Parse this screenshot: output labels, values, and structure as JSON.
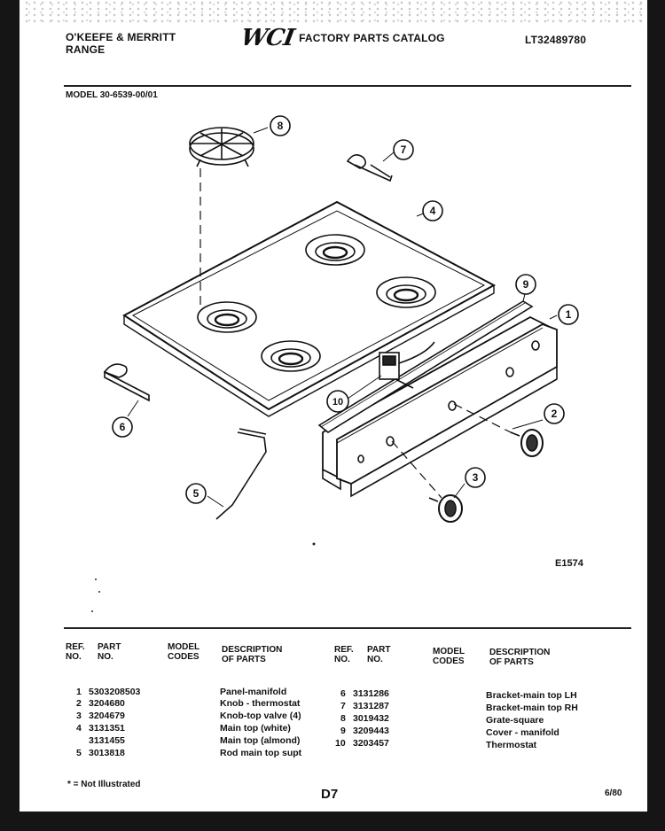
{
  "header": {
    "brand_line1": "O'KEEFE & MERRITT",
    "brand_line2": "RANGE",
    "logo": "WCI",
    "catalog_title": "FACTORY PARTS CATALOG",
    "catalog_code": "LT32489780"
  },
  "model_line": "MODEL 30-6539-00/01",
  "figure_code": "E1574",
  "callouts": [
    "1",
    "2",
    "3",
    "4",
    "5",
    "6",
    "7",
    "8",
    "9",
    "10"
  ],
  "table": {
    "headers": {
      "ref_no": [
        "REF.",
        "NO."
      ],
      "part_no": [
        "PART",
        "NO."
      ],
      "model_codes": [
        "MODEL",
        "CODES"
      ],
      "description": [
        "DESCRIPTION",
        "OF PARTS"
      ]
    },
    "left_rows": [
      {
        "ref": "1",
        "part": "5303208503",
        "desc": "Panel-manifold"
      },
      {
        "ref": "2",
        "part": "3204680",
        "desc": "Knob - thermostat"
      },
      {
        "ref": "3",
        "part": "3204679",
        "desc": "Knob-top valve (4)"
      },
      {
        "ref": "4",
        "part": "3131351",
        "desc": "Main top (white)"
      },
      {
        "ref": "",
        "part": "3131455",
        "desc": "Main top (almond)"
      },
      {
        "ref": "5",
        "part": "3013818",
        "desc": "Rod main top supt"
      }
    ],
    "right_rows": [
      {
        "ref": "6",
        "part": "3131286",
        "desc": "Bracket-main top LH"
      },
      {
        "ref": "7",
        "part": "3131287",
        "desc": "Bracket-main top RH"
      },
      {
        "ref": "8",
        "part": "3019432",
        "desc": "Grate-square"
      },
      {
        "ref": "9",
        "part": "3209443",
        "desc": "Cover - manifold"
      },
      {
        "ref": "10",
        "part": "3203457",
        "desc": "Thermostat"
      }
    ]
  },
  "footer": {
    "note": "* = Not Illustrated",
    "page": "D7",
    "date": "6/80"
  }
}
